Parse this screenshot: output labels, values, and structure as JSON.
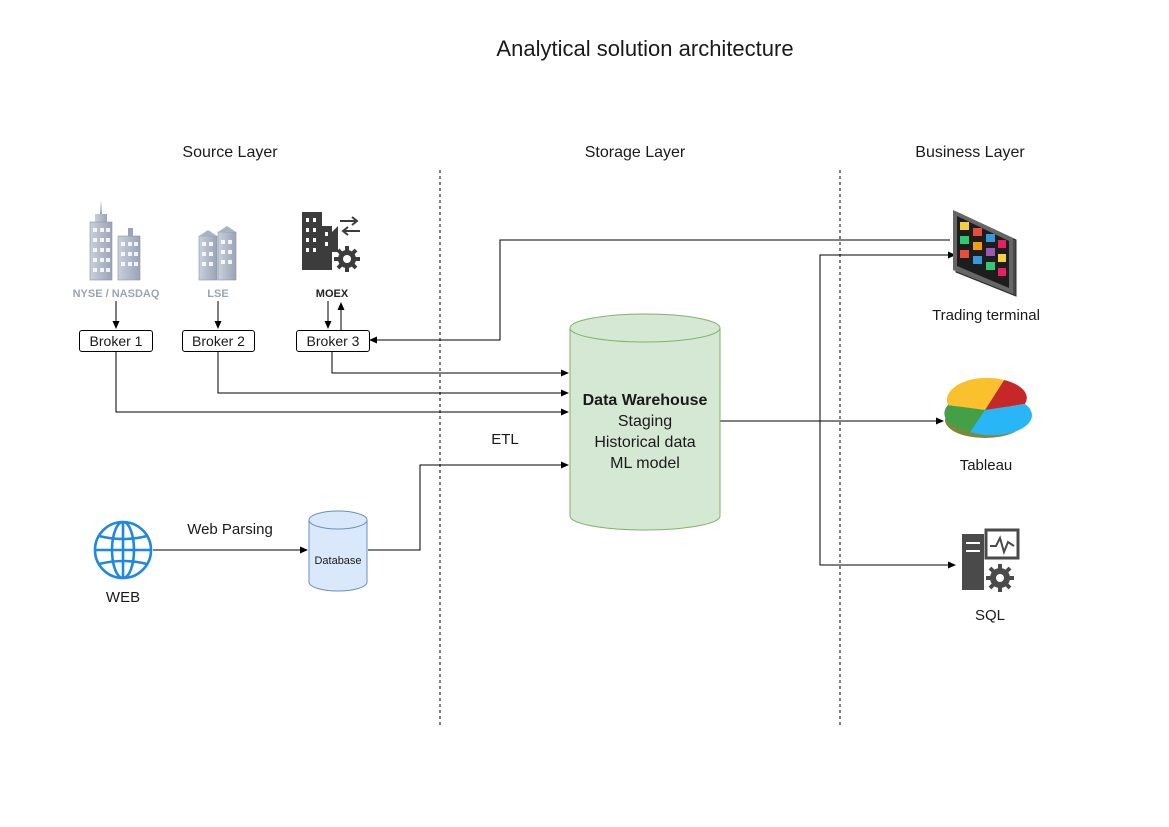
{
  "title": "Analytical solution architecture",
  "layers": {
    "source": "Source Layer",
    "storage": "Storage Layer",
    "business": "Business Layer"
  },
  "sources": {
    "nyse": "NYSE / NASDAQ",
    "lse": "LSE",
    "moex": "MOEX"
  },
  "brokers": [
    "Broker 1",
    "Broker 2",
    "Broker 3"
  ],
  "warehouse": {
    "title": "Data Warehouse",
    "lines": [
      "Staging",
      "Historical data",
      "ML model"
    ]
  },
  "etl_label": "ETL",
  "web": {
    "label": "WEB",
    "edge_label": "Web Parsing",
    "database": "Database"
  },
  "outputs": {
    "trading": "Trading terminal",
    "tableau": "Tableau",
    "sql": "SQL"
  },
  "colors": {
    "warehouse_fill": "#d5e8d4",
    "warehouse_stroke": "#82b366",
    "database_fill": "#dae8fc",
    "database_stroke": "#6c8ebf",
    "web_icon": "#1e88e5",
    "building_gray": "#b0b8c8",
    "building_dark": "#3c3c3c"
  }
}
